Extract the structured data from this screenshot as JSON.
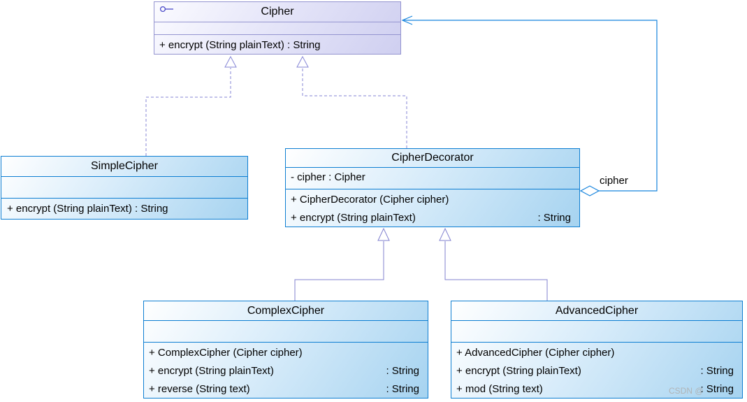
{
  "diagram": {
    "title": "Cipher decorator pattern UML class diagram",
    "classes": [
      {
        "id": "cipher",
        "kind": "interface",
        "title": "Cipher",
        "attributes": [],
        "methods": [
          {
            "left": "+ encrypt (String plainText) : String",
            "right": ""
          }
        ]
      },
      {
        "id": "simple-cipher",
        "kind": "class",
        "title": "SimpleCipher",
        "attributes": [],
        "methods": [
          {
            "left": "+ encrypt (String plainText) : String",
            "right": ""
          }
        ]
      },
      {
        "id": "cipher-decorator",
        "kind": "class",
        "title": "CipherDecorator",
        "attributes": [
          {
            "left": "- cipher : Cipher",
            "right": ""
          }
        ],
        "methods": [
          {
            "left": "+ CipherDecorator (Cipher cipher)",
            "right": ""
          },
          {
            "left": "+ encrypt (String plainText)",
            "right": ": String"
          }
        ]
      },
      {
        "id": "complex-cipher",
        "kind": "class",
        "title": "ComplexCipher",
        "attributes": [],
        "methods": [
          {
            "left": "+ ComplexCipher (Cipher cipher)",
            "right": ""
          },
          {
            "left": "+ encrypt (String plainText)",
            "right": ": String"
          },
          {
            "left": "+ reverse (String text)",
            "right": ": String"
          }
        ]
      },
      {
        "id": "advanced-cipher",
        "kind": "class",
        "title": "AdvancedCipher",
        "attributes": [],
        "methods": [
          {
            "left": "+ AdvancedCipher (Cipher cipher)",
            "right": ""
          },
          {
            "left": "+ encrypt (String plainText)",
            "right": ": String"
          },
          {
            "left": "+ mod (String text)",
            "right": ": String"
          }
        ]
      }
    ],
    "relationships": [
      {
        "type": "realization",
        "from": "SimpleCipher",
        "to": "Cipher",
        "label": ""
      },
      {
        "type": "realization",
        "from": "CipherDecorator",
        "to": "Cipher",
        "label": ""
      },
      {
        "type": "generalization",
        "from": "ComplexCipher",
        "to": "CipherDecorator",
        "label": ""
      },
      {
        "type": "generalization",
        "from": "AdvancedCipher",
        "to": "CipherDecorator",
        "label": ""
      },
      {
        "type": "aggregation",
        "from": "CipherDecorator",
        "to": "Cipher",
        "label": "cipher"
      }
    ],
    "watermark": "CSDN @",
    "colors": {
      "class_border": "#0d7ed2",
      "class_fill_top": "#ffffff",
      "class_fill_bottom": "#a6d3f0",
      "interface_border": "#9494d0",
      "interface_fill_top": "#fbfbff",
      "interface_fill_bottom": "#cfcff0",
      "inheritance_line": "#8080cf",
      "association_line": "#1583dd",
      "text": "#000000",
      "watermark_text": "#b0b0b0"
    }
  }
}
